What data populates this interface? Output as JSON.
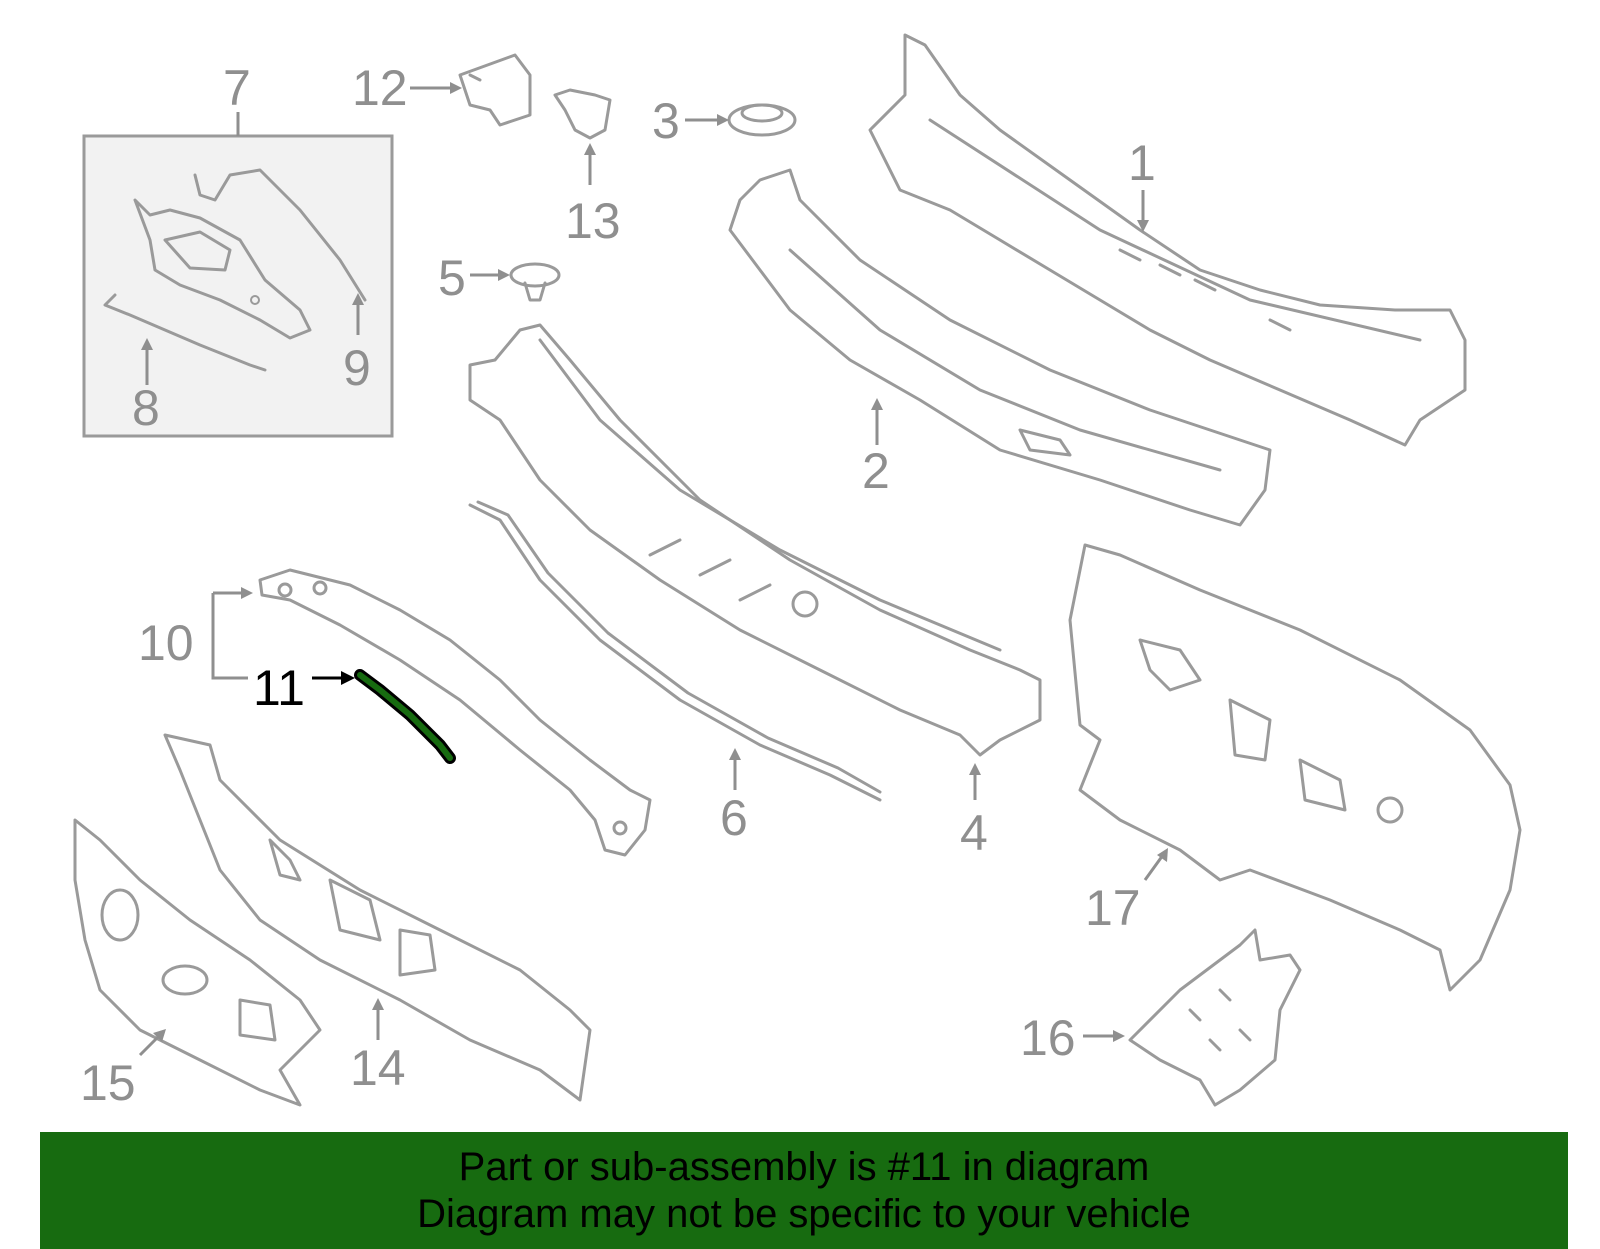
{
  "diagram": {
    "callouts": {
      "c1": "1",
      "c2": "2",
      "c3": "3",
      "c4": "4",
      "c5": "5",
      "c6": "6",
      "c7": "7",
      "c8": "8",
      "c9": "9",
      "c10": "10",
      "c11": "11",
      "c12": "12",
      "c13": "13",
      "c14": "14",
      "c15": "15",
      "c16": "16",
      "c17": "17"
    },
    "highlighted_part": "11",
    "colors": {
      "line_art": "#9a9a9a",
      "highlight_part": "#176b10",
      "banner_background": "#176b10",
      "banner_text": "#000000"
    }
  },
  "banner": {
    "line1": "Part or sub-assembly is #11 in diagram",
    "line2": "Diagram may not be specific to your vehicle"
  }
}
